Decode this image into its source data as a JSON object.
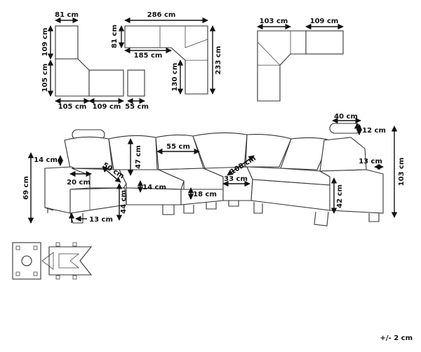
{
  "tolerance": "+/- 2 cm",
  "dims": {
    "d81": "81 cm",
    "d109a": "109 cm",
    "d105a": "105 cm",
    "d105b": "105 cm",
    "d109b": "109 cm",
    "d55a": "55 cm",
    "d286": "286 cm",
    "d81b": "81 cm",
    "d185": "185 cm",
    "d233": "233 cm",
    "d130": "130 cm",
    "d103a": "103 cm",
    "d109c": "109 cm",
    "d40": "40 cm",
    "d12": "12 cm",
    "d103b": "103 cm",
    "d13a": "13 cm",
    "d14a": "14 cm",
    "d69": "69 cm",
    "d20": "20 cm",
    "d50": "50 cm",
    "d47": "47 cm",
    "d55b": "55 cm",
    "d108": "108 cm",
    "d14b": "14 cm",
    "d18": "18 cm",
    "d33": "33 cm",
    "d42": "42 cm",
    "d44": "44 cm",
    "d13b": "13 cm"
  }
}
